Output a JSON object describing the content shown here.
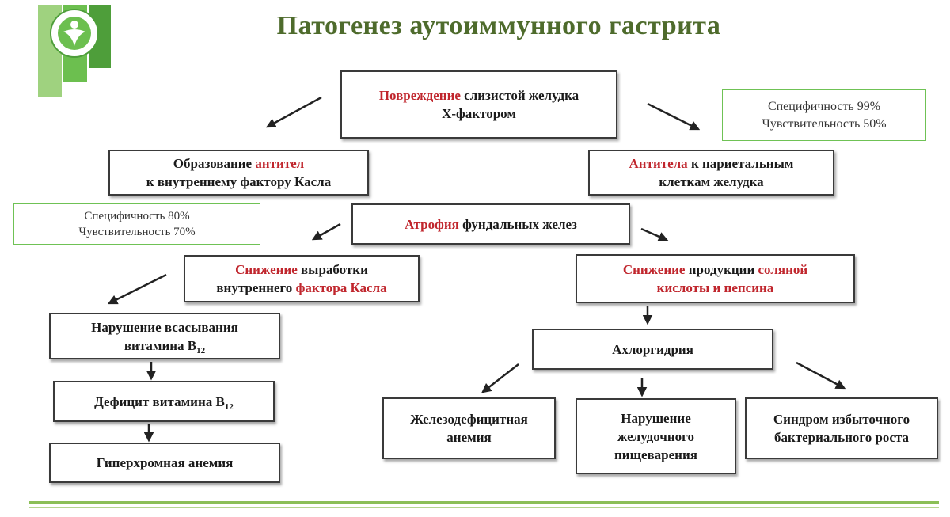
{
  "title": "Патогенез аутоиммунного гастрита",
  "boxes": {
    "damage": {
      "red": "Повреждение",
      "rest1": " слизистой желудка",
      "line2": "Х-фактором"
    },
    "antibody_formation": {
      "pre": "Образование ",
      "red": "антител",
      "line2": "к внутреннему фактору Касла"
    },
    "parietal_antibodies": {
      "red": "Антитела",
      "rest1": " к париетальным",
      "line2": "клеткам желудка"
    },
    "atrophy": {
      "red": "Атрофия",
      "rest1": " фундальных желез"
    },
    "if_decrease": {
      "red": "Снижение",
      "rest1": " выработки",
      "line2_pre": "внутреннего ",
      "line2_red": "фактора Касла"
    },
    "acid_decrease": {
      "red1": "Снижение",
      "rest1": " продукции ",
      "red2": "соляной",
      "line2_red": "кислоты и пепсина"
    },
    "b12_absorption": {
      "line1": "Нарушение всасывания",
      "line2": "витамина В",
      "sub": "12"
    },
    "b12_deficit": {
      "line1": "Дефицит витамина В",
      "sub": "12"
    },
    "hyperchromic": {
      "line1": "Гиперхромная анемия"
    },
    "achlorhydria": {
      "line1": "Ахлоргидрия"
    },
    "iron_deficiency": {
      "line1": "Железодефицитная",
      "line2": "анемия"
    },
    "digestion": {
      "line1": "Нарушение",
      "line2": "желудочного",
      "line3": "пищеварения"
    },
    "bacterial": {
      "line1": "Синдром избыточного",
      "line2": "бактериального роста"
    }
  },
  "stats": {
    "parietal": {
      "line1": "Специфичность 99%",
      "line2": "Чувствительность 50%"
    },
    "intrinsic": {
      "line1": "Специфичность 80%",
      "line2": "Чувствительность 70%"
    }
  },
  "colors": {
    "title": "#4e6b2c",
    "highlight": "#c0262d",
    "stat_border": "#6fc255",
    "logo": "#6cbf4f"
  }
}
